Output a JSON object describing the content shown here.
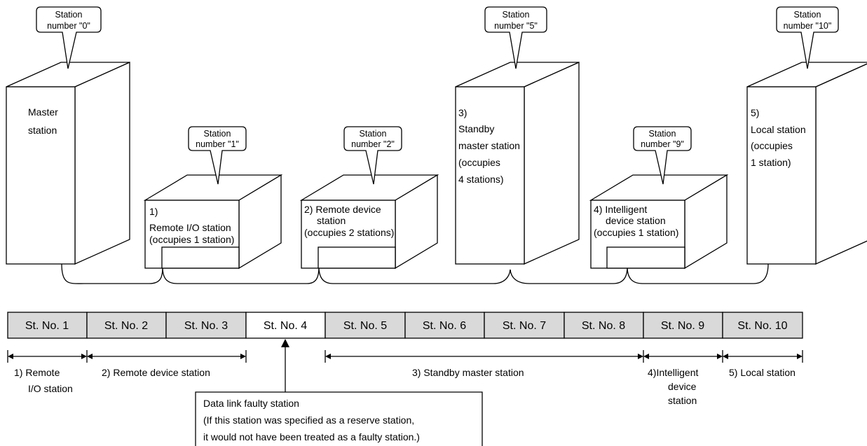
{
  "callouts": [
    {
      "line1": "Station",
      "line2": "number \"0\""
    },
    {
      "line1": "Station",
      "line2": "number \"1\""
    },
    {
      "line1": "Station",
      "line2": "number \"2\""
    },
    {
      "line1": "Station",
      "line2": "number \"5\""
    },
    {
      "line1": "Station",
      "line2": "number \"9\""
    },
    {
      "line1": "Station",
      "line2": "number \"10\""
    }
  ],
  "stations": {
    "master": {
      "lines": [
        "Master",
        "station"
      ]
    },
    "remote_io": {
      "lines": [
        "1)",
        "Remote I/O station",
        "(occupies 1 station)"
      ]
    },
    "remote_device": {
      "lines": [
        "2) Remote device",
        "station",
        "(occupies 2 stations)"
      ]
    },
    "standby_master": {
      "lines": [
        "3)",
        "Standby",
        "master station",
        "(occupies",
        "4 stations)"
      ]
    },
    "intelligent": {
      "lines": [
        "4) Intelligent",
        "device station",
        "(occupies 1 station)"
      ]
    },
    "local": {
      "lines": [
        "5)",
        "Local station",
        "(occupies",
        "1 station)"
      ]
    }
  },
  "station_cells": [
    {
      "label": "St. No. 1",
      "faulty": false
    },
    {
      "label": "St. No. 2",
      "faulty": false
    },
    {
      "label": "St. No. 3",
      "faulty": false
    },
    {
      "label": "St. No. 4",
      "faulty": true
    },
    {
      "label": "St. No. 5",
      "faulty": false
    },
    {
      "label": "St. No. 6",
      "faulty": false
    },
    {
      "label": "St. No. 7",
      "faulty": false
    },
    {
      "label": "St. No. 8",
      "faulty": false
    },
    {
      "label": "St. No. 9",
      "faulty": false
    },
    {
      "label": "St. No. 10",
      "faulty": false
    }
  ],
  "ranges": [
    {
      "lines": [
        "1) Remote",
        "I/O station"
      ]
    },
    {
      "lines": [
        "2) Remote device station"
      ]
    },
    {
      "lines": [
        "3) Standby master station"
      ]
    },
    {
      "lines": [
        "4)Intelligent",
        "device",
        "station"
      ]
    },
    {
      "lines": [
        "5) Local station"
      ]
    }
  ],
  "faulty_note": {
    "lines": [
      "Data link faulty station",
      "(If this station was specified as a reserve station,",
      "it would not have been treated as a faulty station.)"
    ]
  },
  "colors": {
    "cell_fill": "#d9d9d9",
    "faulty_fill": "#ffffff",
    "stroke": "#000000"
  }
}
